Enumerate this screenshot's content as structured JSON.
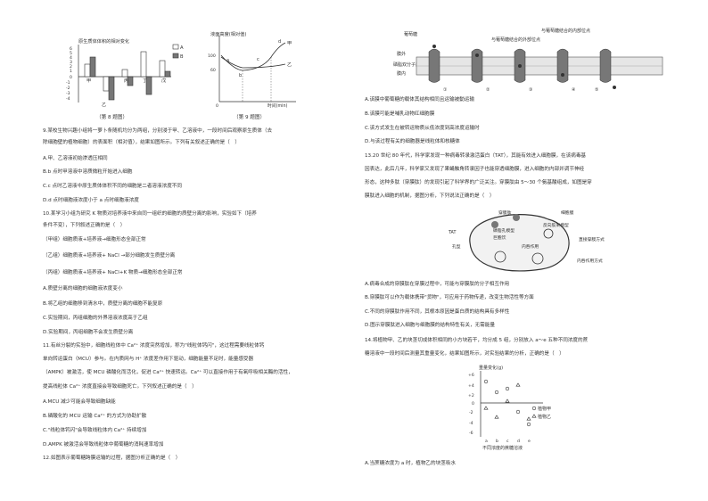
{
  "fig8": {
    "title": "原生质体体积的相对变化",
    "legend": [
      "A",
      "B"
    ],
    "categories": [
      "甲",
      "乙",
      "丙",
      "丁",
      "戊"
    ],
    "yticks": [
      "6",
      "5",
      "4",
      "3",
      "2",
      "1",
      "0",
      "-1",
      "-2",
      "-3",
      "-4"
    ],
    "caption": "（第 8 题图）"
  },
  "fig9": {
    "ylabel": "液面高度(相对值)",
    "xlabel": "时间(min)",
    "yticks": [
      "100",
      "60"
    ],
    "origin": "0",
    "point_labels": [
      "a",
      "b",
      "c",
      "d"
    ],
    "series": [
      "甲",
      "乙"
    ],
    "caption": "（第 9 题图）"
  },
  "fig12": {
    "labels": [
      "葡萄糖",
      "与葡萄糖结合的外部位点",
      "与葡萄糖结合的内部位点",
      "膜外",
      "磷脂双分子层",
      "膜内"
    ],
    "steps": [
      "①",
      "②",
      "③",
      "④",
      "⑤"
    ]
  },
  "fig13": {
    "labels": [
      "TAT",
      "穿膜肽",
      "细胞膜",
      "巨胞饮",
      "磷脂孔模型",
      "孔型",
      "内吞作用",
      "反向胶束模型",
      "直接穿膜方式",
      "内吞作用方式"
    ]
  },
  "fig14": {
    "ylabel": "重量变化(g)",
    "yticks": [
      "+6",
      "+4",
      "+2",
      "0",
      "-2",
      "-4",
      "-6"
    ],
    "xticks": [
      "a",
      "b",
      "c",
      "d",
      "e"
    ],
    "xlabel": "不同浓度的蔗糖溶液",
    "legend": [
      "植物甲",
      "植物乙"
    ]
  },
  "left_lines": [
    "9.某校生物兴趣小组将一萝卜条随机均分为两组，分别浸于甲、乙溶液中，一段时间后观察原生质体（去",
    "除细胞壁的植物细胞）的表面积（相对值），结果如图所示。下列有关叙述正确的是（　）",
    "A.甲、乙溶液初始渗透压相同",
    "B.b 点时甲溶液中溶质微粒开始进入细胞",
    "C.c 点时乙溶液中原生质体体积不同的细胞是二者溶液浓度不同",
    "D.d 点时细胞液浓度小于 a 点时细胞液浓度",
    "10.某学习小组为研究 K 物质对培养液中来自同一组织的细胞的质壁分离的影响，实验如下（培养",
    "条件不变），下列叙述正确的是（　）",
    "（甲组）细胞质液+培养液→细胞形态全部正常",
    "（乙组）细胞质液+培养液+ NaCl →部分细胞发生质壁分离",
    "（丙组）细胞质液+培养液+ NaCl+K 物质→细胞形态全部正常",
    "A.质壁分离的细胞的细胞液浓度变小",
    "B.将乙组的细胞移到清水中，质壁分离的细胞不能复原",
    "C.实验期间，丙组细胞的外界溶液浓度高于乙组",
    "D.实验期间，丙组细胞不会发生质壁分离",
    "11.有丝分裂的实验中，细胞线粒体中 Ca²⁺ 浓度突然增加，称为\"线粒体钙闪\"，这过程需要线粒体钙",
    "单向转运蛋白（MCU）参与。在内质网与 H⁺ 浓度差作用下驱动，细胞能量不足时，能量感受器",
    "（AMPK）被激活，使 MCU 磷酸化而活化，促进 Ca²⁺ 快速转运。Ca²⁺ 可以直接作用于有氧呼吸相关酶的活性，",
    "提高线粒体 Ca²⁺ 浓度直接会导致细胞死亡。下列叙述正确的是（　）",
    "A.MCU 减少可能会导致细胞缺能",
    "B.磷酸化的 MCU 运输 Ca²⁺ 的方式为协助扩散",
    "C.\"线粒体钙闪\"会导致线粒体内 Ca²⁺ 持续增加",
    "D.AMPK 被激活会导致线粒体中葡萄糖的消耗速率增加",
    "12.如图表示葡萄糖跨膜运输的过程，据图分析正确的是（　）"
  ],
  "right_top_lines": [
    "A.该膜中葡萄糖的载体其结构相同且运输被動运输",
    "B.该膜可能是哺乳动物红细胞膜",
    "C.该方式发生在被转运物质从低浓度到高浓度运输时",
    "D.与该过程有关的细胞器是线粒体和核糖体",
    "13.20 世纪 80 年代，科学家发现一种病毒转录激活蛋白（TAT），其能有效进入细胞膜，在该病毒基",
    "因表达，此后几年，科学家又发现了果蝇触角转录因子也能穿透细胞膜，进入细胞的内部并调节神经",
    "形态，这种多肽（穿膜肽）的发现引起了科学界的广泛关注。穿膜肽由 5～30 个氨基酸组成，如图是穿",
    "膜肽进入细胞的机制，据图分析，下列说法正确的是（　）"
  ],
  "right_mid_lines": [
    "A.病毒合成的穿膜肽在穿膜过程中，可能与穿膜肽的分子相互作用",
    "B.穿膜肽可以作为载体携带\"货物\"，可应用于药物传递，改变生物活性等方面",
    "C.不同的穿膜肽作用不同，其根本原因是蛋白质的结构具有多样性",
    "D.图示穿膜肽进入细胞与细胞膜的结构特性有关，无需能量",
    "14.将植物甲、乙的块茎切成体积相同的小方块若干，均分成 5 组，分别放入 a～e 五种不同浓度的蔗",
    "糖溶液中一段时间后测量其重量变化，结果如图所示，对实验结果的分析，正确的是（　）"
  ],
  "right_bottom_lines": [
    "A.当蔗糖浓度为 a 时，植物乙的块茎吸水"
  ]
}
